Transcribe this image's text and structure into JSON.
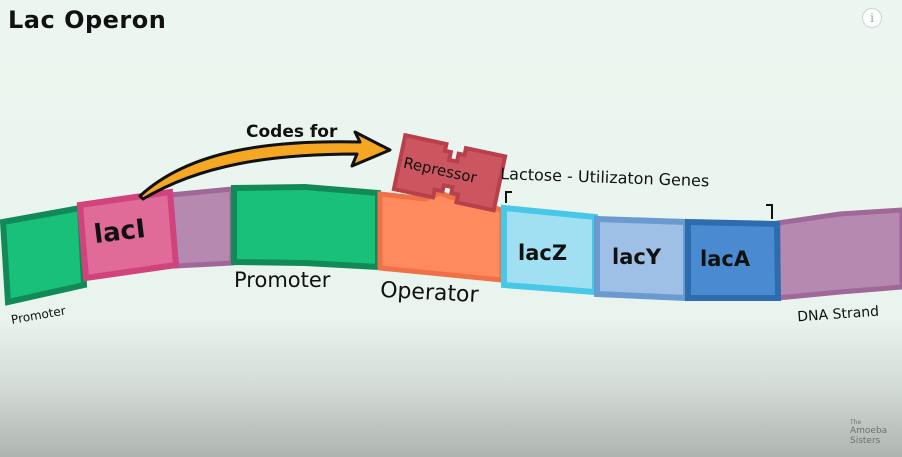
{
  "title": "Lac Operon",
  "info_icon": "i",
  "arrow_label": "Codes for",
  "repressor_label": "Repressor",
  "genes": {
    "laci": "lacI",
    "lacz": "lacZ",
    "lacy": "lacY",
    "laca": "lacA"
  },
  "labels": {
    "promoter_small": "Promoter",
    "promoter": "Promoter",
    "operator": "Operator",
    "lactose_genes": "Lactose - Utilizaton Genes",
    "dna_strand": "DNA Strand"
  },
  "watermark": {
    "the": "The",
    "line1": "Amoeba",
    "line2": "Sisters"
  },
  "colors": {
    "promoter": "#18c07a",
    "laci": "#e06a98",
    "spacer": "#b689b0",
    "operator": "#ff8a5e",
    "lacz": "#a0e0f2",
    "lacy": "#9ec0e6",
    "laca": "#4a8ad0",
    "repressor": "#cc5660",
    "arrow": "#f5a623"
  }
}
